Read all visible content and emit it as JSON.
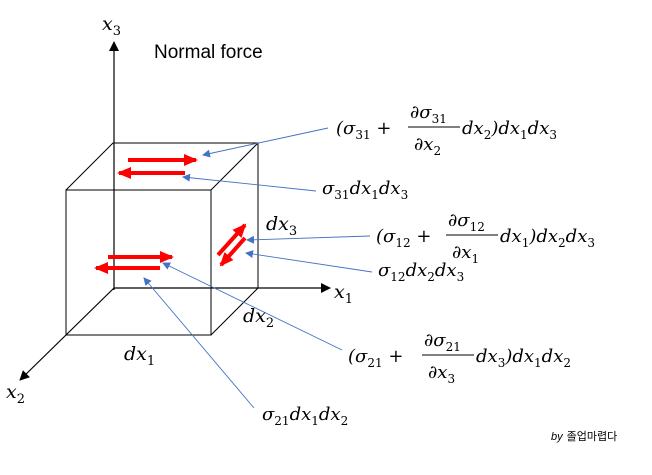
{
  "title": "Normal force",
  "axes": {
    "x3": "x",
    "x3_sub": "3",
    "x1": "x",
    "x1_sub": "1",
    "x2": "x",
    "x2_sub": "2"
  },
  "edges": {
    "dx1": "dx",
    "dx1_sub": "1",
    "dx2": "dx",
    "dx2_sub": "2",
    "dx3": "dx",
    "dx3_sub": "3"
  },
  "eq_top_right": {
    "open": "(σ",
    "sub1": "31",
    "plus": " + ",
    "num": "∂σ",
    "num_sub": "31",
    "den": "∂x",
    "den_sub": "2",
    "tail": "dx",
    "tail_sub": "2",
    "close": ")dx",
    "close_sub1": "1",
    "mid": "dx",
    "close_sub2": "3"
  },
  "eq_sigma31": {
    "a": "σ",
    "a_sub": "31",
    "b": "dx",
    "b_sub": "1",
    "c": "dx",
    "c_sub": "3"
  },
  "eq_middle_right": {
    "open": "(σ",
    "sub1": "12",
    "plus": " + ",
    "num": "∂σ",
    "num_sub": "12",
    "den": "∂x",
    "den_sub": "1",
    "tail": "dx",
    "tail_sub": "1",
    "close": ")dx",
    "close_sub1": "2",
    "mid": "dx",
    "close_sub2": "3"
  },
  "eq_sigma12": {
    "a": "σ",
    "a_sub": "12",
    "b": "dx",
    "b_sub": "2",
    "c": "dx",
    "c_sub": "3"
  },
  "eq_bottom_right": {
    "open": "(σ",
    "sub1": "21",
    "plus": " + ",
    "num": "∂σ",
    "num_sub": "21",
    "den": "∂x",
    "den_sub": "3",
    "tail": "dx",
    "tail_sub": "3",
    "close": ")dx",
    "close_sub1": "1",
    "mid": "dx",
    "close_sub2": "2"
  },
  "eq_sigma21": {
    "a": "σ",
    "a_sub": "21",
    "b": "dx",
    "b_sub": "1",
    "c": "dx",
    "c_sub": "2"
  },
  "credit": {
    "by": "by",
    "name": "졸업마렵다"
  },
  "colors": {
    "arrow": "#ff0000",
    "leader": "#4472c4",
    "line": "#000000"
  }
}
